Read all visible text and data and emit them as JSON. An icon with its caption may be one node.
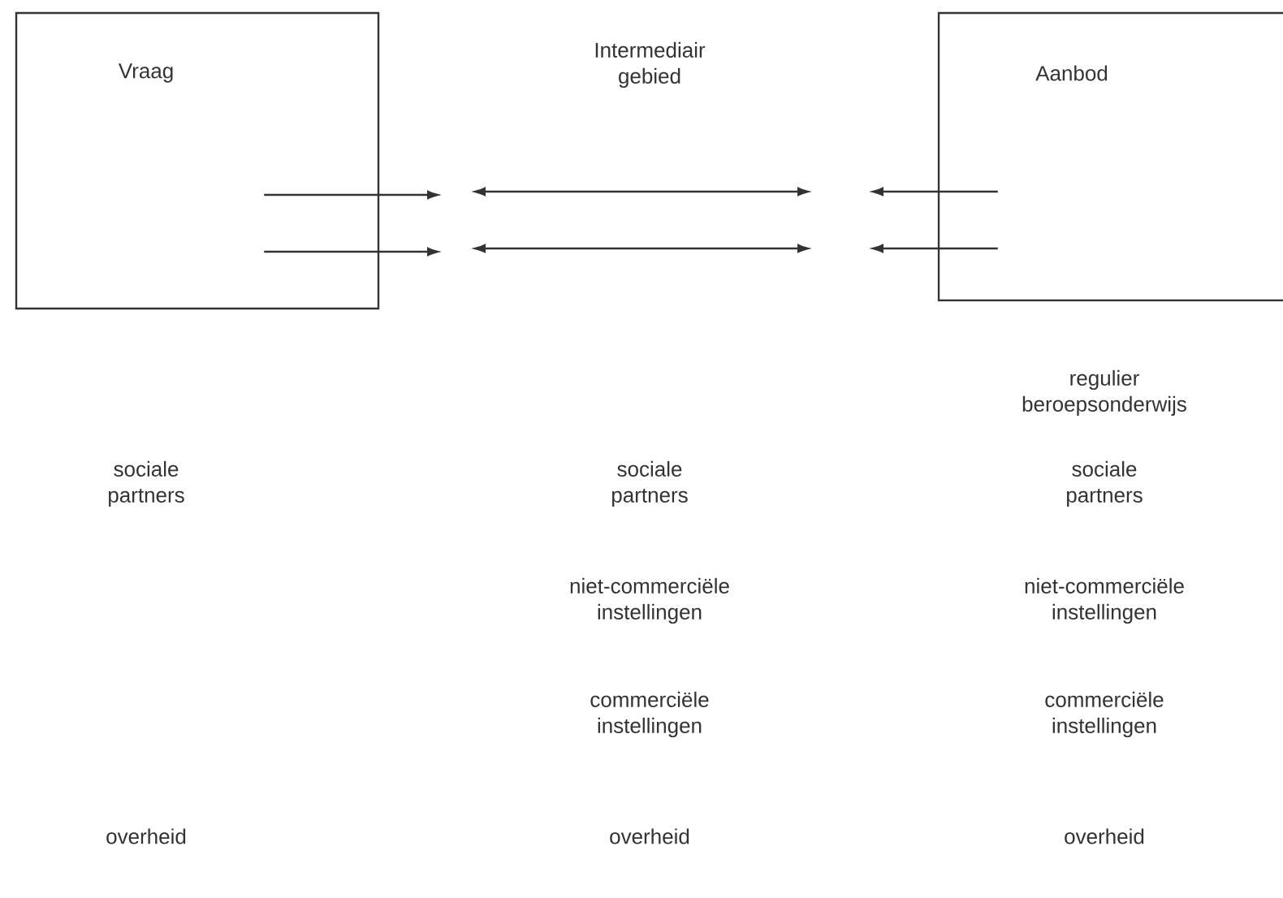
{
  "diagram": {
    "nodes": [
      {
        "text": [
          "Vraag"
        ]
      },
      {
        "text": [
          "Aanbod"
        ]
      },
      {
        "text": [
          "Intermediair gebied"
        ]
      }
    ],
    "edges": [
      {
        "from": 0,
        "to": null,
        "arrow": "to"
      },
      {
        "from": 0,
        "to": null,
        "arrow": "to"
      },
      {
        "from": 1,
        "to": null,
        "arrow": "to"
      },
      {
        "from": 1,
        "to": null,
        "arrow": "to"
      }
    ],
    "labels": [
      "regulier beroepsonderwijs",
      "sociale partners",
      "sociale partners",
      "sociale partners",
      "niet-commerciële instellingen",
      "niet-commerciële instellingen",
      "commerciële instellingen",
      "commerciële instellingen",
      "overheid",
      "overheid",
      "overheid"
    ]
  }
}
